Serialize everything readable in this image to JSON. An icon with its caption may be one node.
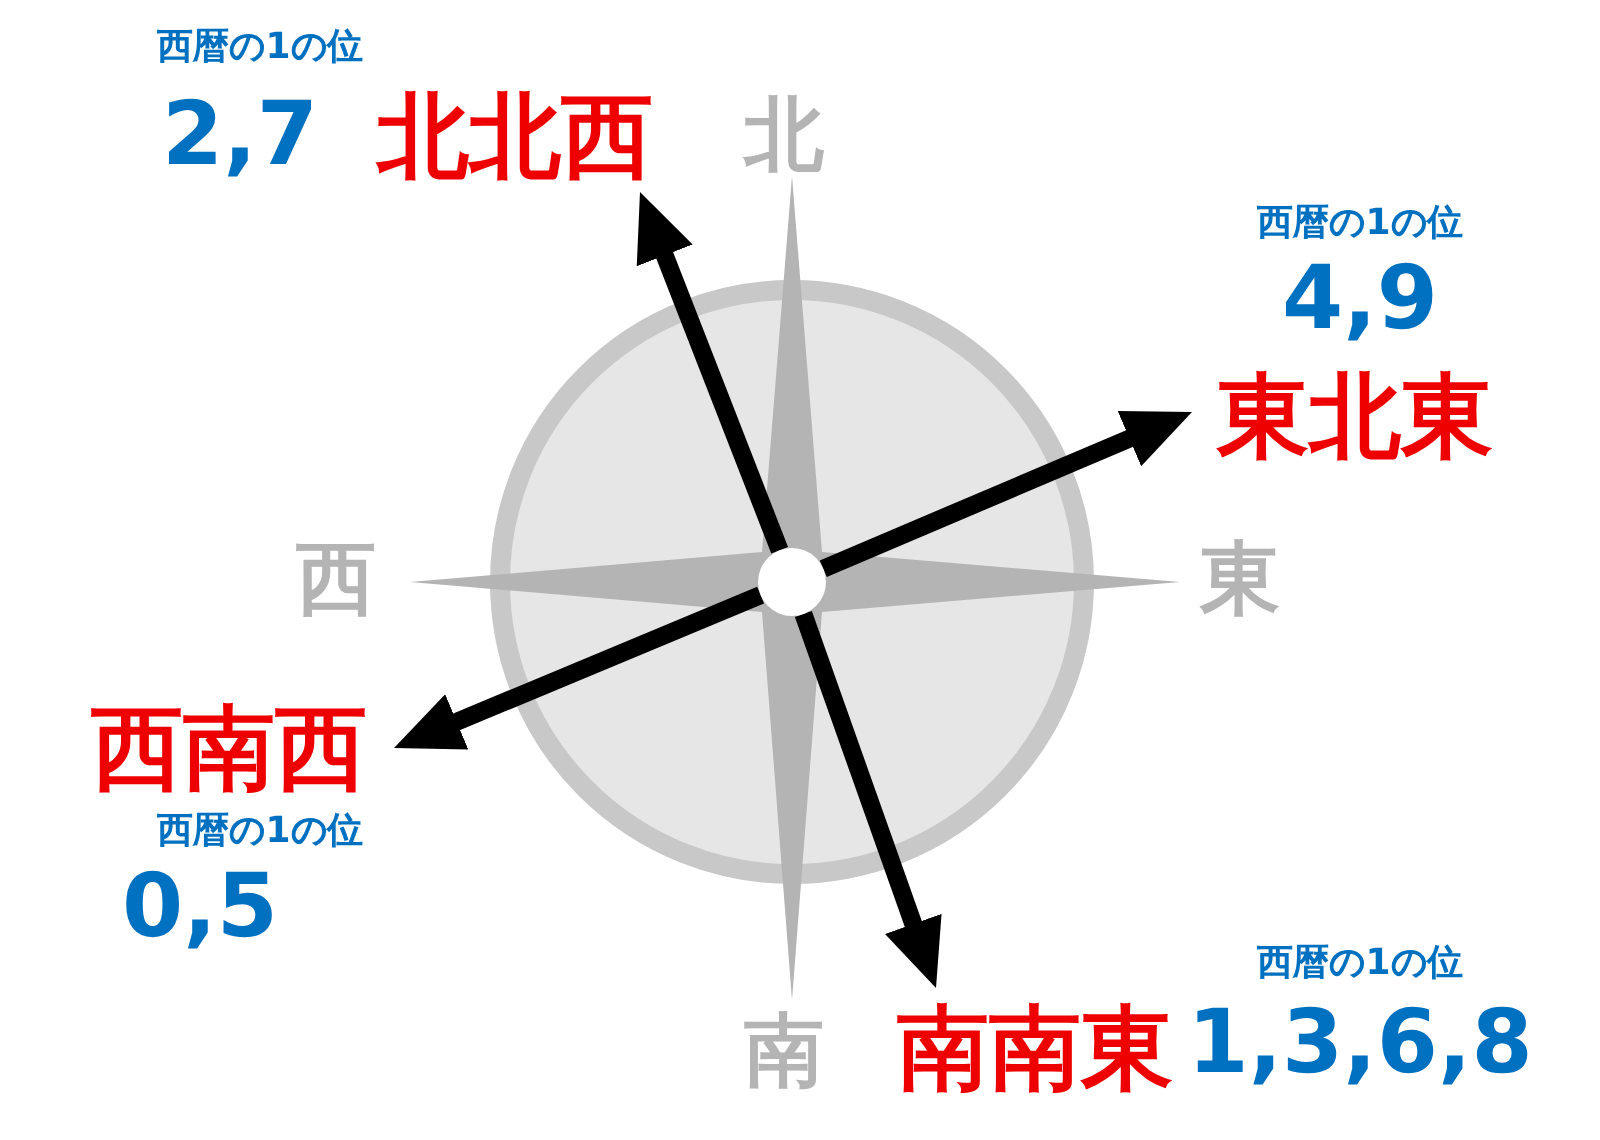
{
  "diagram": {
    "nodes": [
      {
        "text": [],
        "shape": "circle"
      },
      {
        "text": [
          "北北西"
        ],
        "beside": [
          "西暦の1の位",
          "2,7"
        ]
      },
      {
        "text": [
          "東北東"
        ],
        "beside": [
          "西暦の1の位",
          "4,9"
        ]
      },
      {
        "text": [
          "西南西"
        ],
        "beside": [
          "西暦の1の位",
          "0,5"
        ]
      },
      {
        "text": [
          "南南東"
        ],
        "beside": [
          "西暦の1の位",
          "1,3,6,8"
        ]
      }
    ],
    "edges": [
      {
        "from": 0,
        "to": 1,
        "arrow": "to"
      },
      {
        "from": 0,
        "to": 2,
        "arrow": "to"
      },
      {
        "from": 0,
        "to": 3,
        "arrow": "to"
      },
      {
        "from": 0,
        "to": 4,
        "arrow": "to"
      }
    ],
    "labels": [
      "北",
      "西",
      "東",
      "南"
    ]
  }
}
